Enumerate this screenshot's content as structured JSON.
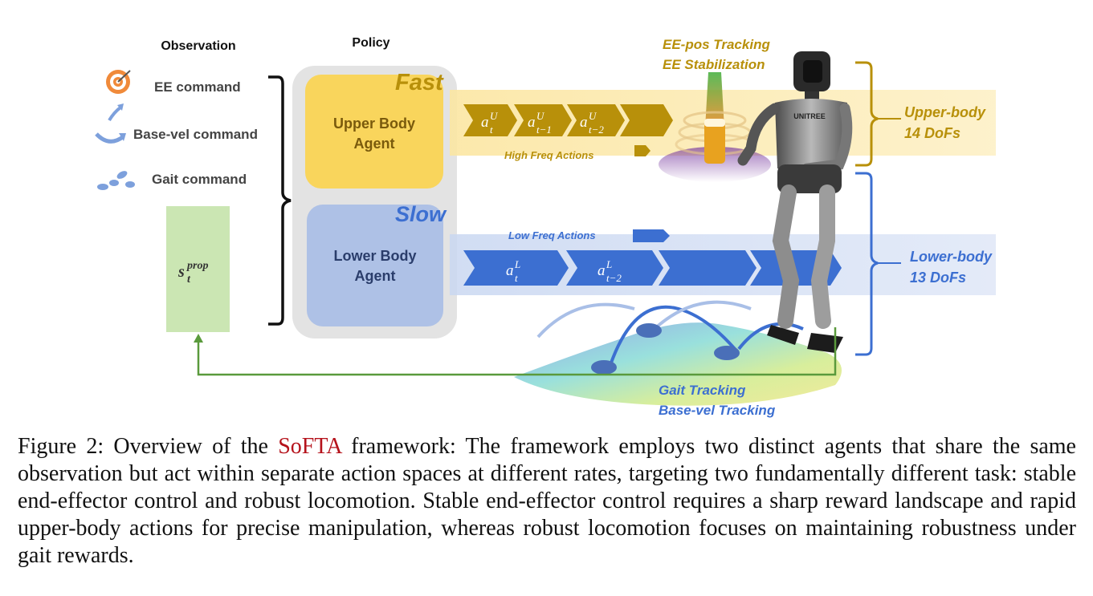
{
  "observation": {
    "header": "Observation",
    "items": [
      {
        "label": "EE command",
        "icon": "target-icon"
      },
      {
        "label": "Base-vel command",
        "icon": "curved-arrow-icon"
      },
      {
        "label": "Gait command",
        "icon": "footprints-icon"
      }
    ],
    "state_base": "s",
    "state_sub": "t",
    "state_sup": "prop"
  },
  "policy": {
    "header": "Policy",
    "fast_label": "Fast",
    "slow_label": "Slow",
    "upper_agent": [
      "Upper Body",
      "Agent"
    ],
    "lower_agent": [
      "Lower Body",
      "Agent"
    ]
  },
  "upper_actions": {
    "tokens": [
      {
        "base": "a",
        "sub": "t",
        "sup": "U"
      },
      {
        "base": "a",
        "sub": "t−1",
        "sup": "U"
      },
      {
        "base": "a",
        "sub": "t−2",
        "sup": "U"
      }
    ],
    "freq_label": "High Freq Actions"
  },
  "lower_actions": {
    "tokens": [
      {
        "base": "a",
        "sub": "t",
        "sup": "L"
      },
      {
        "base": "a",
        "sub": "t−2",
        "sup": "L"
      }
    ],
    "freq_label": "Low Freq Actions"
  },
  "tracking": {
    "ee": [
      "EE-pos Tracking",
      "EE Stabilization"
    ],
    "gait": [
      "Gait Tracking",
      "Base-vel Tracking"
    ]
  },
  "body": {
    "upper": [
      "Upper-body",
      "14 DoFs"
    ],
    "lower": [
      "Lower-body",
      "13 DoFs"
    ],
    "robot_logo": "UNITREE"
  },
  "colors": {
    "gold": "#b8900a",
    "gold_light": "#f7d24c",
    "blue": "#3c6fd1",
    "blue_light": "#a9bfe7",
    "green_box": "#cbe6b3",
    "green_line": "#5a9a3c",
    "caption_highlight": "#b5121b"
  },
  "caption": {
    "prefix": "Figure 2: Overview of the ",
    "highlight": "SoFTA",
    "suffix": " framework: The framework employs two distinct agents that share the same observation but act within separate action spaces at different rates, targeting two fundamentally different task: stable end-effector control and robust locomotion. Stable end-effector control requires a sharp reward landscape and rapid upper-body actions for precise manipulation, whereas robust locomotion focuses on maintaining robustness under gait rewards."
  }
}
